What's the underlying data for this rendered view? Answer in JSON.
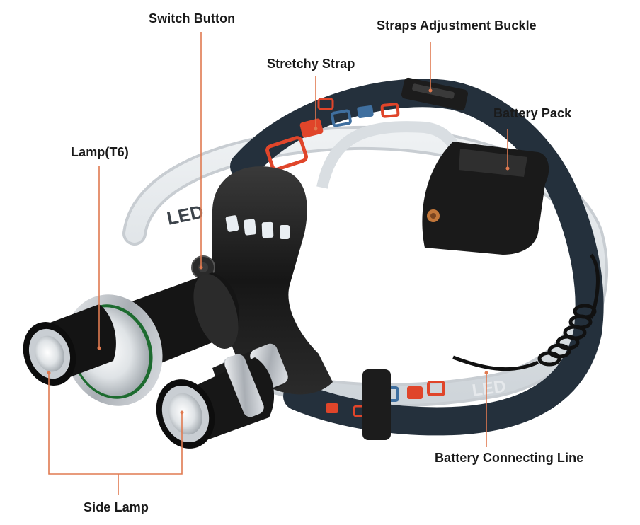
{
  "labels": {
    "switch_button": "Switch Button",
    "straps_adjustment_buckle": "Straps Adjustment Buckle",
    "stretchy_strap": "Stretchy Strap",
    "battery_pack": "Battery Pack",
    "lamp_t6": "Lamp(T6)",
    "battery_connecting_line": "Battery Connecting Line",
    "side_lamp": "Side Lamp"
  },
  "product_text": {
    "band_print_left": "LED",
    "band_print_right": "LED"
  },
  "colors": {
    "leader_line": "#e07a50",
    "label_text": "#1a1a1a",
    "band_dark": "#2a3340",
    "band_accent_red": "#e0452a",
    "band_accent_blue": "#3f6f9f",
    "lamp_metal": "#c9cdd2",
    "lamp_body": "#1b1b1b"
  }
}
